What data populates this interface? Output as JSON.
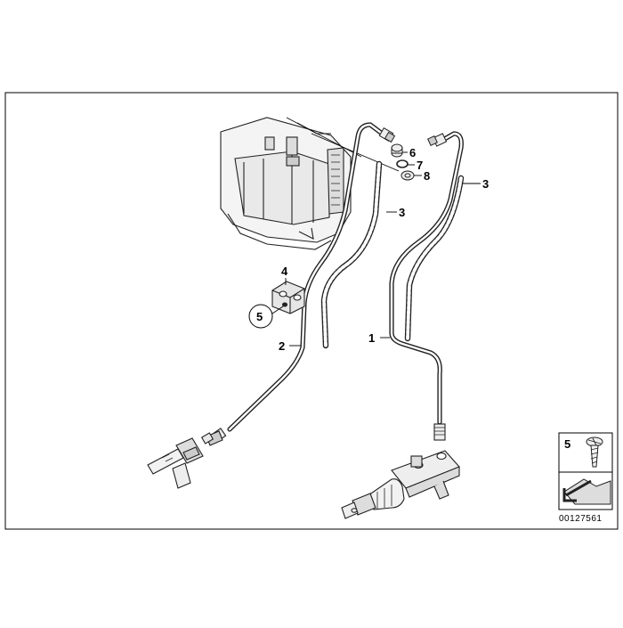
{
  "callouts": {
    "p1": "1",
    "p2": "2",
    "p3a": "3",
    "p3b": "3",
    "p4": "4",
    "p5": "5",
    "p6": "6",
    "p7": "7",
    "p8": "8"
  },
  "legend": {
    "part_number": "5"
  },
  "reference_number": "00127561"
}
